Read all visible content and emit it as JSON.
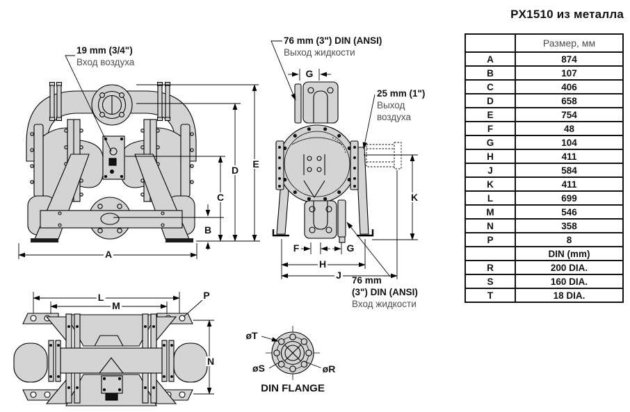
{
  "title": "PX1510 из металла",
  "callouts": {
    "air_inlet": {
      "size": "19 mm (3/4\")",
      "name": "Вход воздуха"
    },
    "fluid_outlet": {
      "size": "76 mm (3\") DIN (ANSI)",
      "name": "Выход жидкости"
    },
    "air_outlet": {
      "size": "25 mm (1\")",
      "name_line1": "Выход",
      "name_line2": "воздуха"
    },
    "fluid_inlet": {
      "size_line1": "76 mm",
      "size_line2": "(3\") DIN (ANSI)",
      "name": "Вход жидкости"
    }
  },
  "dimensions": {
    "A": "A",
    "B": "B",
    "C": "C",
    "D": "D",
    "E": "E",
    "F": "F",
    "G": "G",
    "H": "H",
    "J": "J",
    "K": "K",
    "L": "L",
    "M": "M",
    "N": "N",
    "P": "P"
  },
  "flange_detail": {
    "labels": {
      "T": "øT",
      "S": "øS",
      "R": "øR"
    },
    "caption": "DIN FLANGE"
  },
  "table": {
    "header": {
      "col1": "",
      "col2": "Размер, мм"
    },
    "rows": [
      {
        "key": "A",
        "value": "874"
      },
      {
        "key": "B",
        "value": "107"
      },
      {
        "key": "C",
        "value": "406"
      },
      {
        "key": "D",
        "value": "658"
      },
      {
        "key": "E",
        "value": "754"
      },
      {
        "key": "F",
        "value": "48"
      },
      {
        "key": "G",
        "value": "104"
      },
      {
        "key": "H",
        "value": "411"
      },
      {
        "key": "J",
        "value": "584"
      },
      {
        "key": "K",
        "value": "411"
      },
      {
        "key": "L",
        "value": "699"
      },
      {
        "key": "M",
        "value": "546"
      },
      {
        "key": "N",
        "value": "358"
      },
      {
        "key": "P",
        "value": "8"
      },
      {
        "key": "",
        "value": "DIN (mm)"
      },
      {
        "key": "R",
        "value": "200 DIA."
      },
      {
        "key": "S",
        "value": "160 DIA."
      },
      {
        "key": "T",
        "value": "18 DIA."
      }
    ]
  },
  "colors": {
    "body_fill": "#d4d4d4",
    "line": "#000000",
    "secondary_text": "#4d4d4d"
  }
}
